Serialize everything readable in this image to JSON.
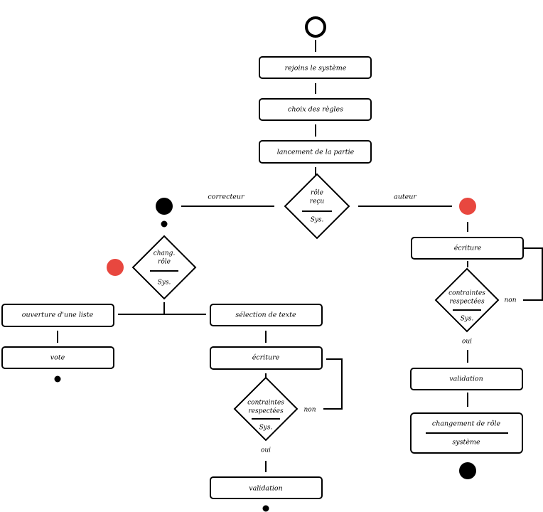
{
  "nodes": {
    "joins": "rejoins le système",
    "rules": "choix des règles",
    "launch": "lancement de la partie",
    "role_decision": {
      "line1": "rôle",
      "line2": "reçu",
      "sub": "Sys."
    },
    "branch_left": "correcteur",
    "branch_right": "auteur",
    "right_writing": "écriture",
    "right_check": {
      "line1": "contraintes",
      "line2": "respectées",
      "sub": "Sys."
    },
    "right_no": "non",
    "right_yes": "oui",
    "right_validation": "validation",
    "role_change": {
      "title": "changement de rôle",
      "sub": "système"
    },
    "change_decision": {
      "line1": "chang.",
      "line2": "rôle",
      "sub": "Sys."
    },
    "open_list": "ouverture d'une liste",
    "vote": "vote",
    "text_selection": "sélection de texte",
    "mid_writing": "écriture",
    "mid_check": {
      "line1": "contraintes",
      "line2": "respectées",
      "sub": "Sys."
    },
    "mid_no": "non",
    "mid_yes": "oui",
    "mid_validation": "validation"
  },
  "colors": {
    "red_node": "#e8473f",
    "black": "#000000"
  }
}
